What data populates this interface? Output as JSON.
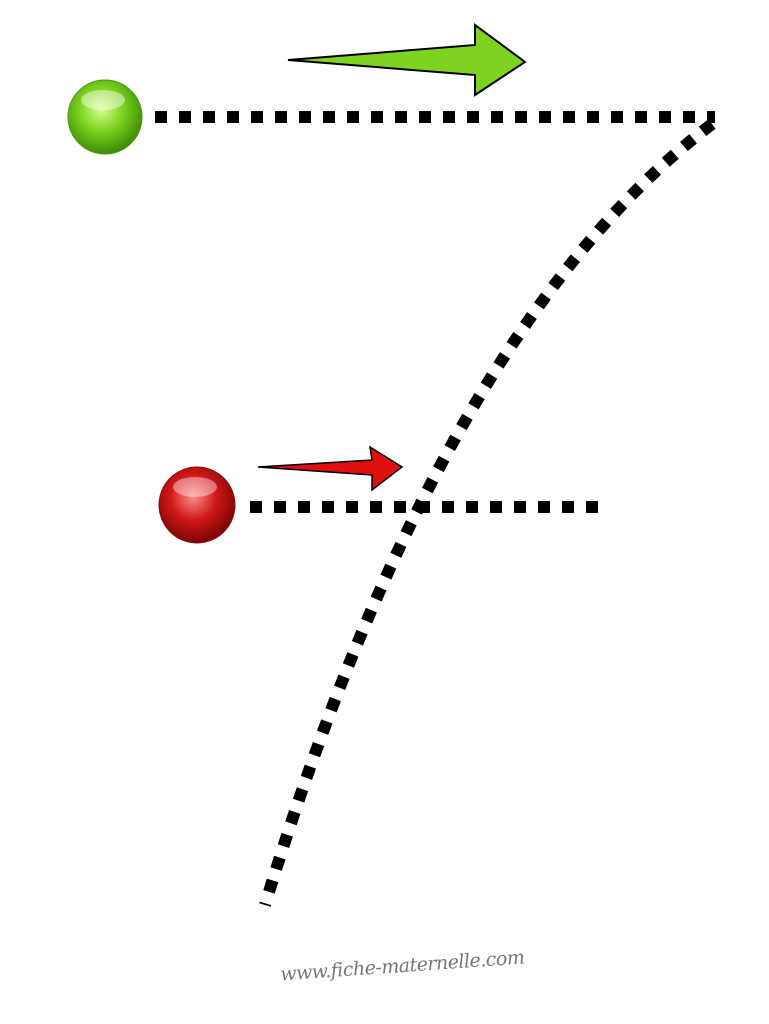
{
  "worksheet": {
    "digit": "7",
    "watermark": "www.fiche-maternelle.com",
    "colors": {
      "start_green": "#6fcf1f",
      "start_red": "#c81414",
      "arrow_green": "#7ed321",
      "arrow_red": "#e01010",
      "trace": "#000000"
    },
    "icons": [
      "green-start-ball",
      "green-direction-arrow",
      "red-start-ball",
      "red-direction-arrow"
    ]
  }
}
